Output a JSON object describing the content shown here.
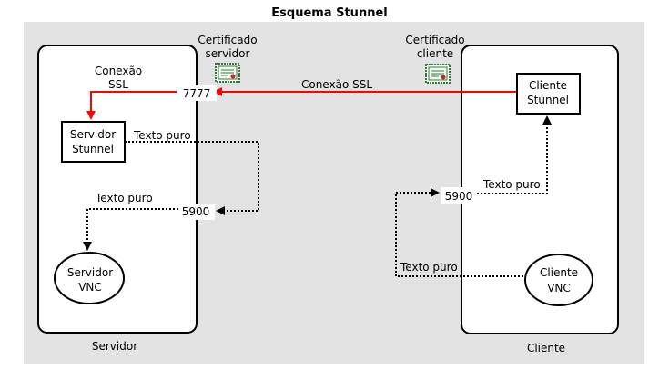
{
  "title": "Esquema Stunnel",
  "server_box_label": "Servidor",
  "client_box_label": "Cliente",
  "certificates": {
    "server": {
      "line1": "Certificado",
      "line2": "servidor",
      "icon": "certificate-icon"
    },
    "client": {
      "line1": "Certificado",
      "line2": "cliente",
      "icon": "certificate-icon"
    }
  },
  "nodes": {
    "server_stunnel": {
      "line1": "Servidor",
      "line2": "Stunnel"
    },
    "client_stunnel": {
      "line1": "Cliente",
      "line2": "Stunnel"
    },
    "server_vnc": {
      "line1": "Servidor",
      "line2": "VNC"
    },
    "client_vnc": {
      "line1": "Cliente",
      "line2": "VNC"
    }
  },
  "ports": {
    "server_ssl": "7777",
    "server_vnc": "5900",
    "client_vnc": "5900"
  },
  "labels": {
    "server_ssl_line1": "Conexão",
    "server_ssl_line2": "SSL",
    "ssl_link": "Conexão SSL",
    "server_plain_1": "Texto puro",
    "server_plain_2": "Texto puro",
    "client_plain_1": "Texto puro",
    "client_plain_2": "Texto puro"
  },
  "colors": {
    "ssl": "#ff0000",
    "panel": "#e3e3e3",
    "cert_frame": "#2e7d32"
  }
}
